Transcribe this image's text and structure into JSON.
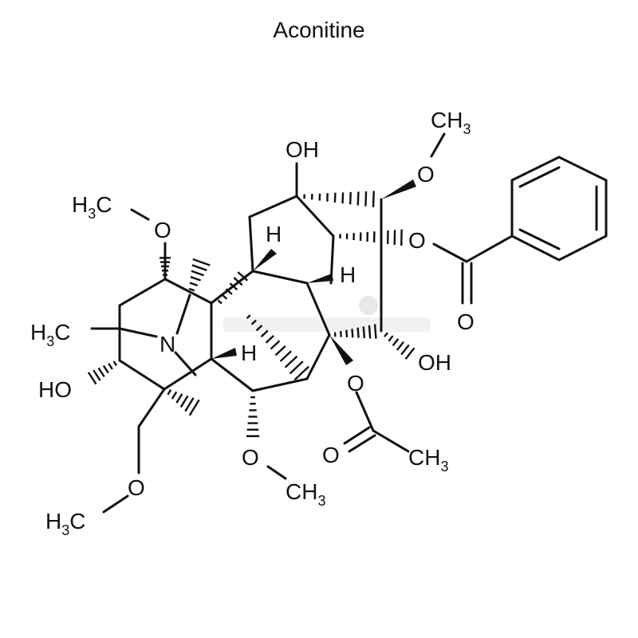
{
  "title": "Aconitine",
  "labels": {
    "oh_top": "OH",
    "ch3_top": "CH",
    "ch3_top_sub": "3",
    "o_top": "O",
    "h3c_left_pre": "H",
    "h3c_left_sub": "3",
    "h3c_left_post": "C",
    "o_left": "O",
    "h_a": "H",
    "h_b": "H",
    "o_ester": "O",
    "o_carbonyl": "O",
    "h3c_n_pre": "H",
    "h3c_n_sub": "3",
    "h3c_n_post": "C",
    "n": "N",
    "h_c": "H",
    "oh_right": "OH",
    "ho_left": "HO",
    "o_acetyl": "O",
    "o_acetyl_carbonyl": "O",
    "ch3_acetyl": "CH",
    "ch3_acetyl_sub": "3",
    "o_bottom_mid": "O",
    "ch3_bottom_mid": "CH",
    "ch3_bottom_mid_sub": "3",
    "o_bottom_left": "O",
    "h3c_bottom_pre": "H",
    "h3c_bottom_sub": "3",
    "h3c_bottom_post": "C"
  },
  "colors": {
    "ink": "#111111",
    "watermark": "#d8d8d8",
    "background": "#ffffff"
  }
}
